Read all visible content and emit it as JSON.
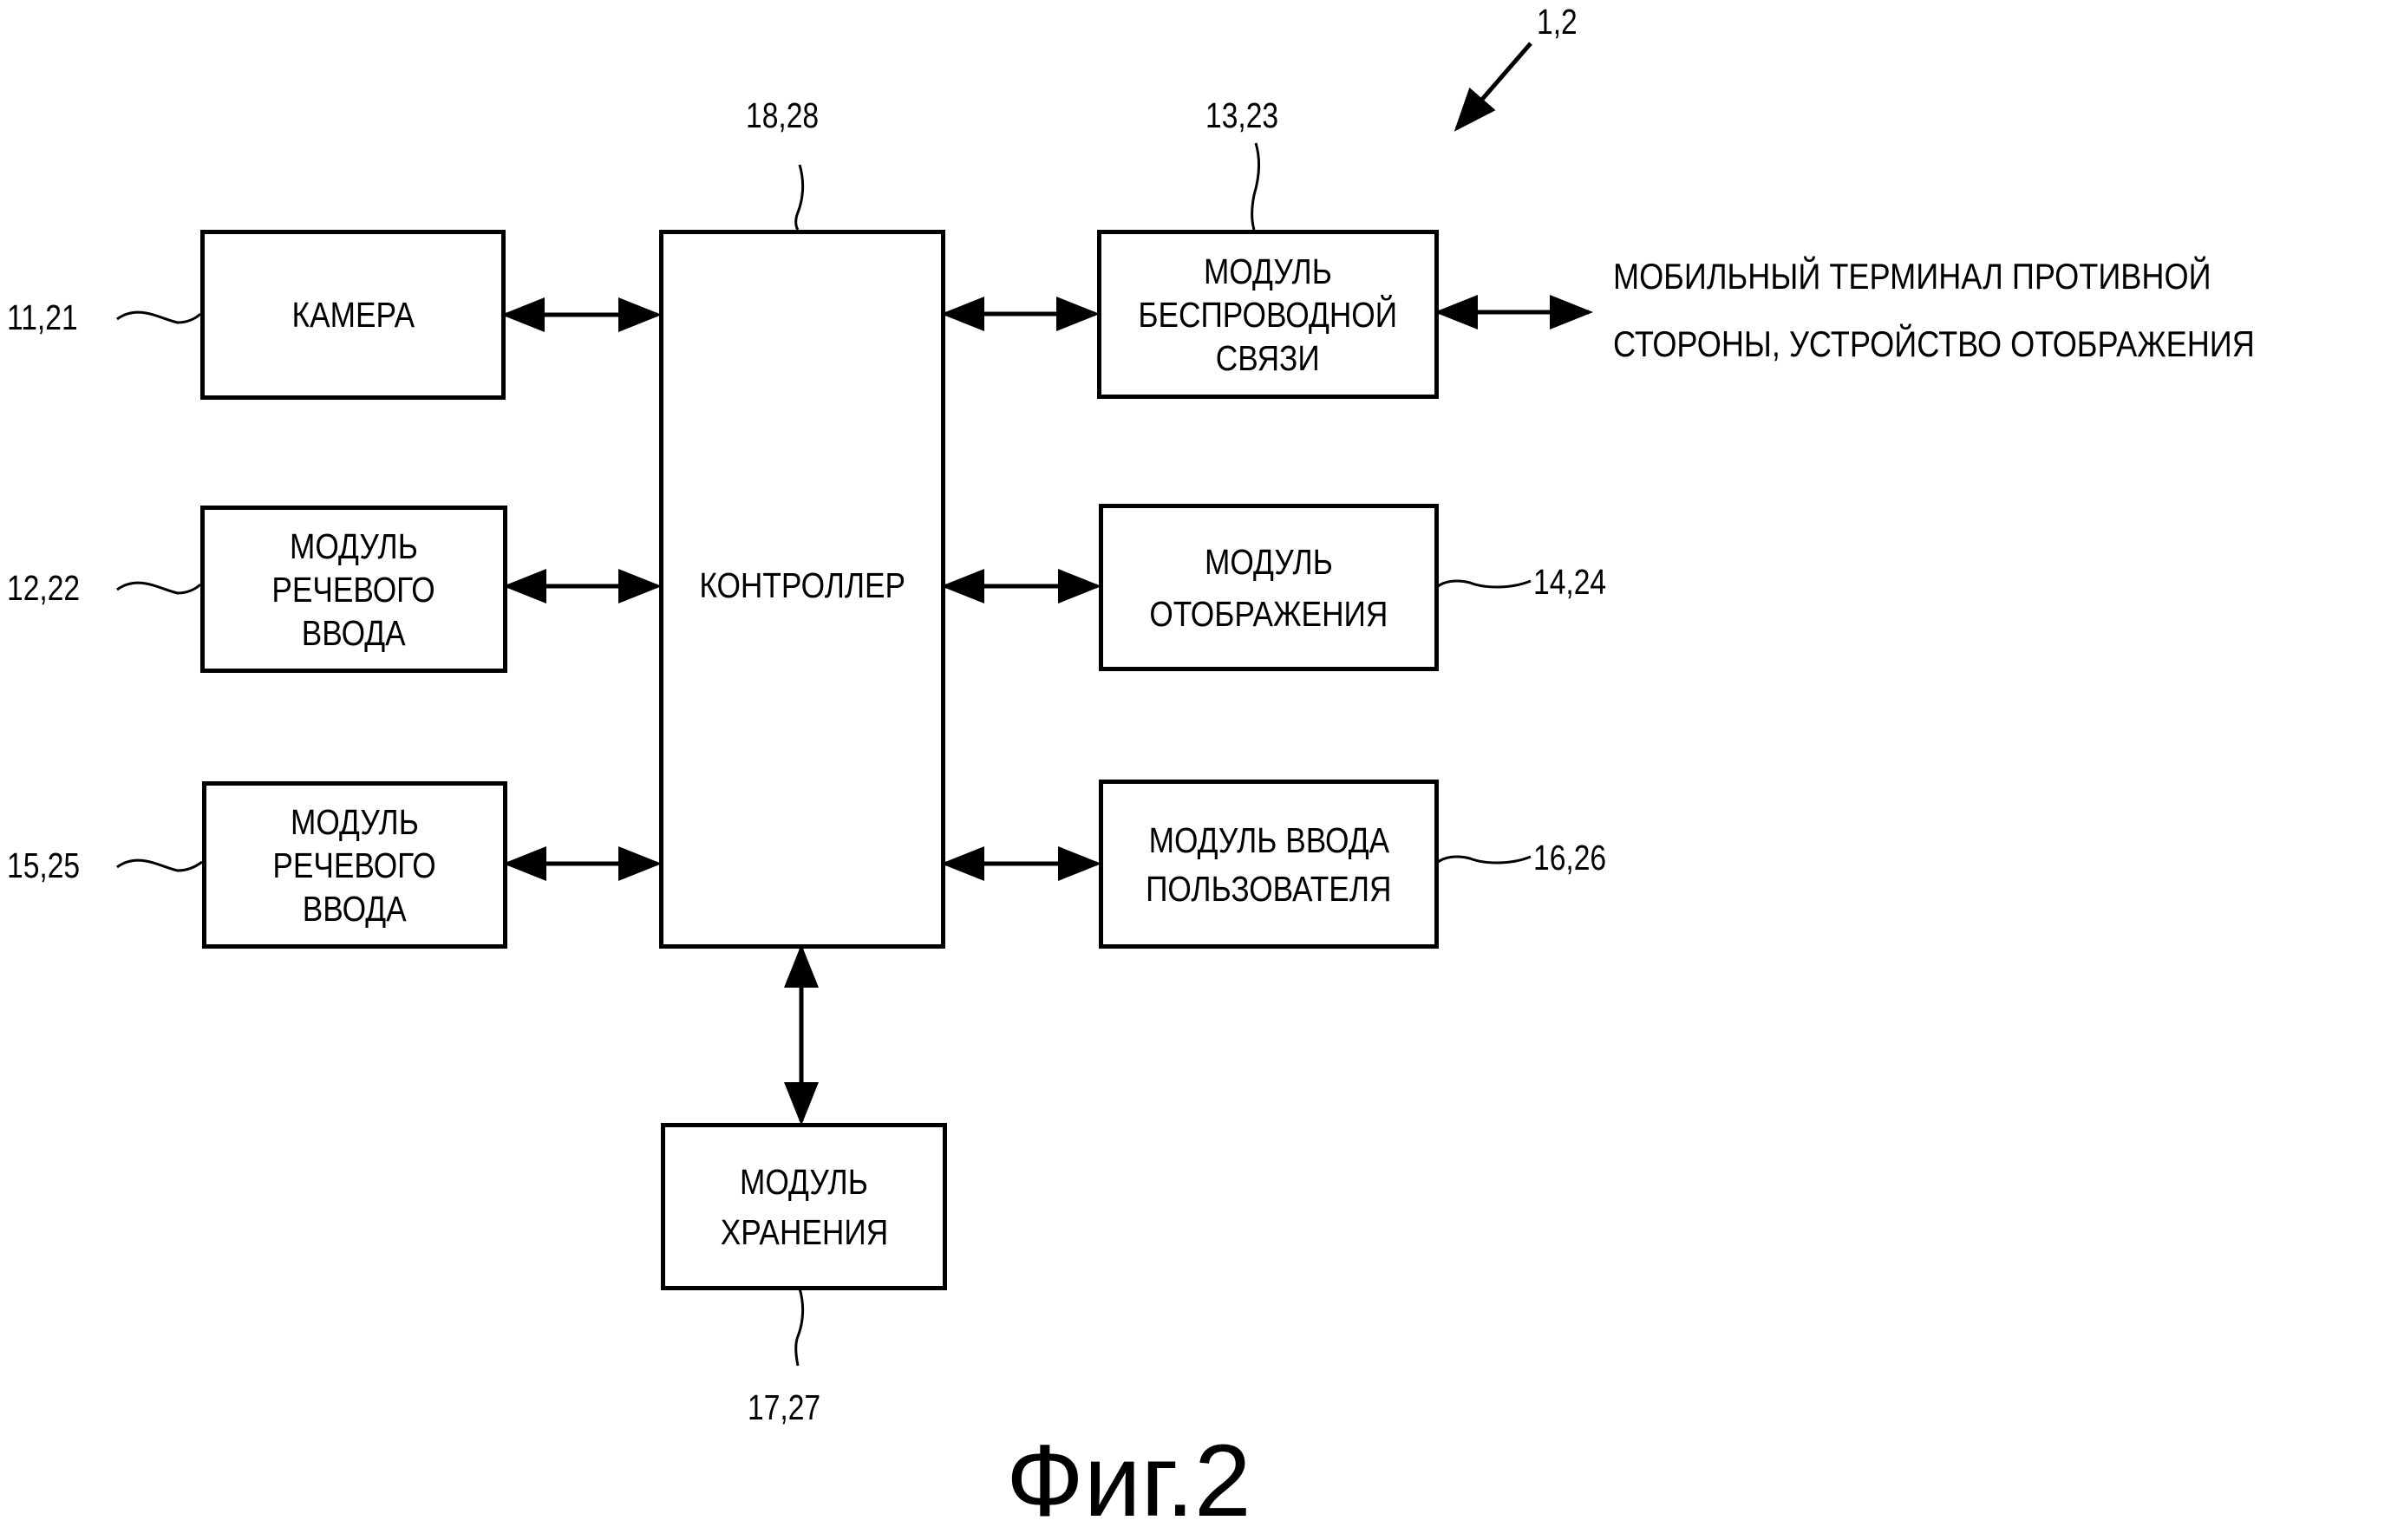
{
  "figure_label": "Фиг.2",
  "device_ref": "1,2",
  "blocks": {
    "camera": {
      "lines": [
        "КАМЕРА"
      ],
      "ref": "11,21"
    },
    "speech_input_1": {
      "lines": [
        "МОДУЛЬ",
        "РЕЧЕВОГО",
        "ВВОДА"
      ],
      "ref": "12,22"
    },
    "speech_input_2": {
      "lines": [
        "МОДУЛЬ",
        "РЕЧЕВОГО",
        "ВВОДА"
      ],
      "ref": "15,25"
    },
    "controller": {
      "lines": [
        "КОНТРОЛЛЕР"
      ],
      "ref": "18,28"
    },
    "wireless": {
      "lines": [
        "МОДУЛЬ",
        "БЕСПРОВОДНОЙ",
        "СВЯЗИ"
      ],
      "ref": "13,23"
    },
    "display": {
      "lines": [
        "МОДУЛЬ",
        "ОТОБРАЖЕНИЯ"
      ],
      "ref": "14,24"
    },
    "user_input": {
      "lines": [
        "МОДУЛЬ ВВОДА",
        "ПОЛЬЗОВАТЕЛЯ"
      ],
      "ref": "16,26"
    },
    "storage": {
      "lines": [
        "МОДУЛЬ",
        "ХРАНЕНИЯ"
      ],
      "ref": "17,27"
    }
  },
  "external": {
    "lines": [
      "МОБИЛЬНЫЙ ТЕРМИНАЛ ПРОТИВНОЙ",
      "СТОРОНЫ, УСТРОЙСТВО ОТОБРАЖЕНИЯ"
    ]
  }
}
